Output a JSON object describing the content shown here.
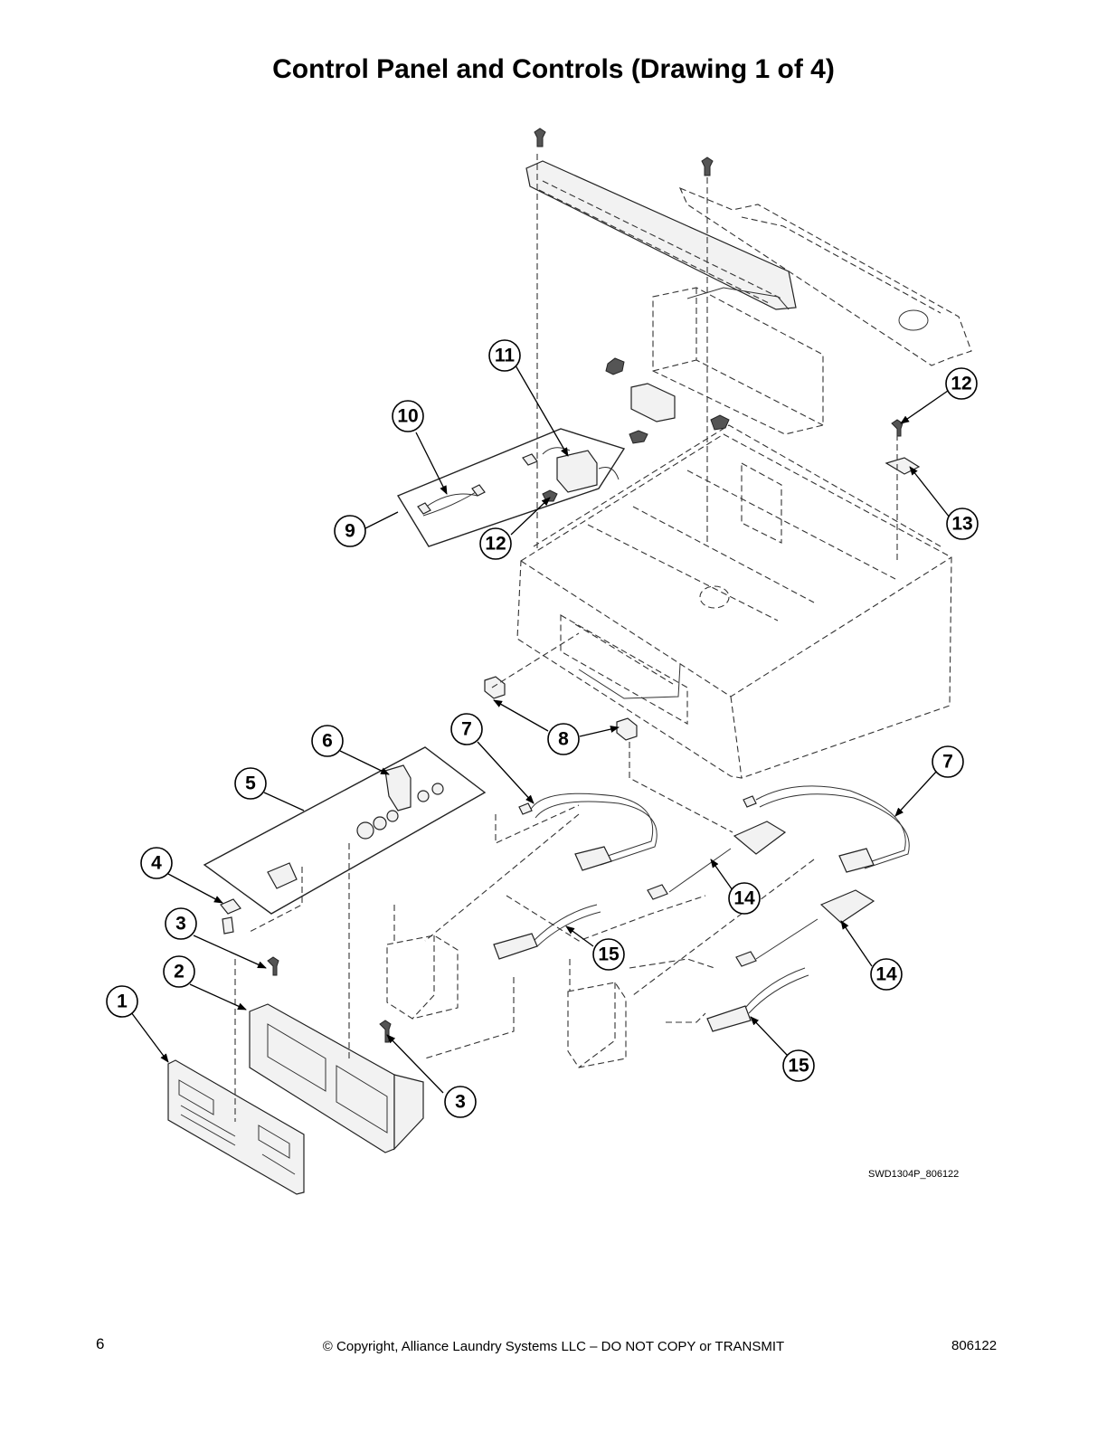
{
  "title": "Control Panel and Controls (Drawing 1 of 4)",
  "callouts": [
    "1",
    "2",
    "3",
    "3",
    "4",
    "5",
    "6",
    "7",
    "7",
    "8",
    "9",
    "10",
    "11",
    "12",
    "12",
    "13",
    "14",
    "14",
    "15",
    "15"
  ],
  "drawing_code": "SWD1304P_806122",
  "footer": {
    "page_number": "6",
    "copyright": "© Copyright, Alliance Laundry Systems LLC – DO NOT COPY or TRANSMIT",
    "doc_number": "806122"
  }
}
